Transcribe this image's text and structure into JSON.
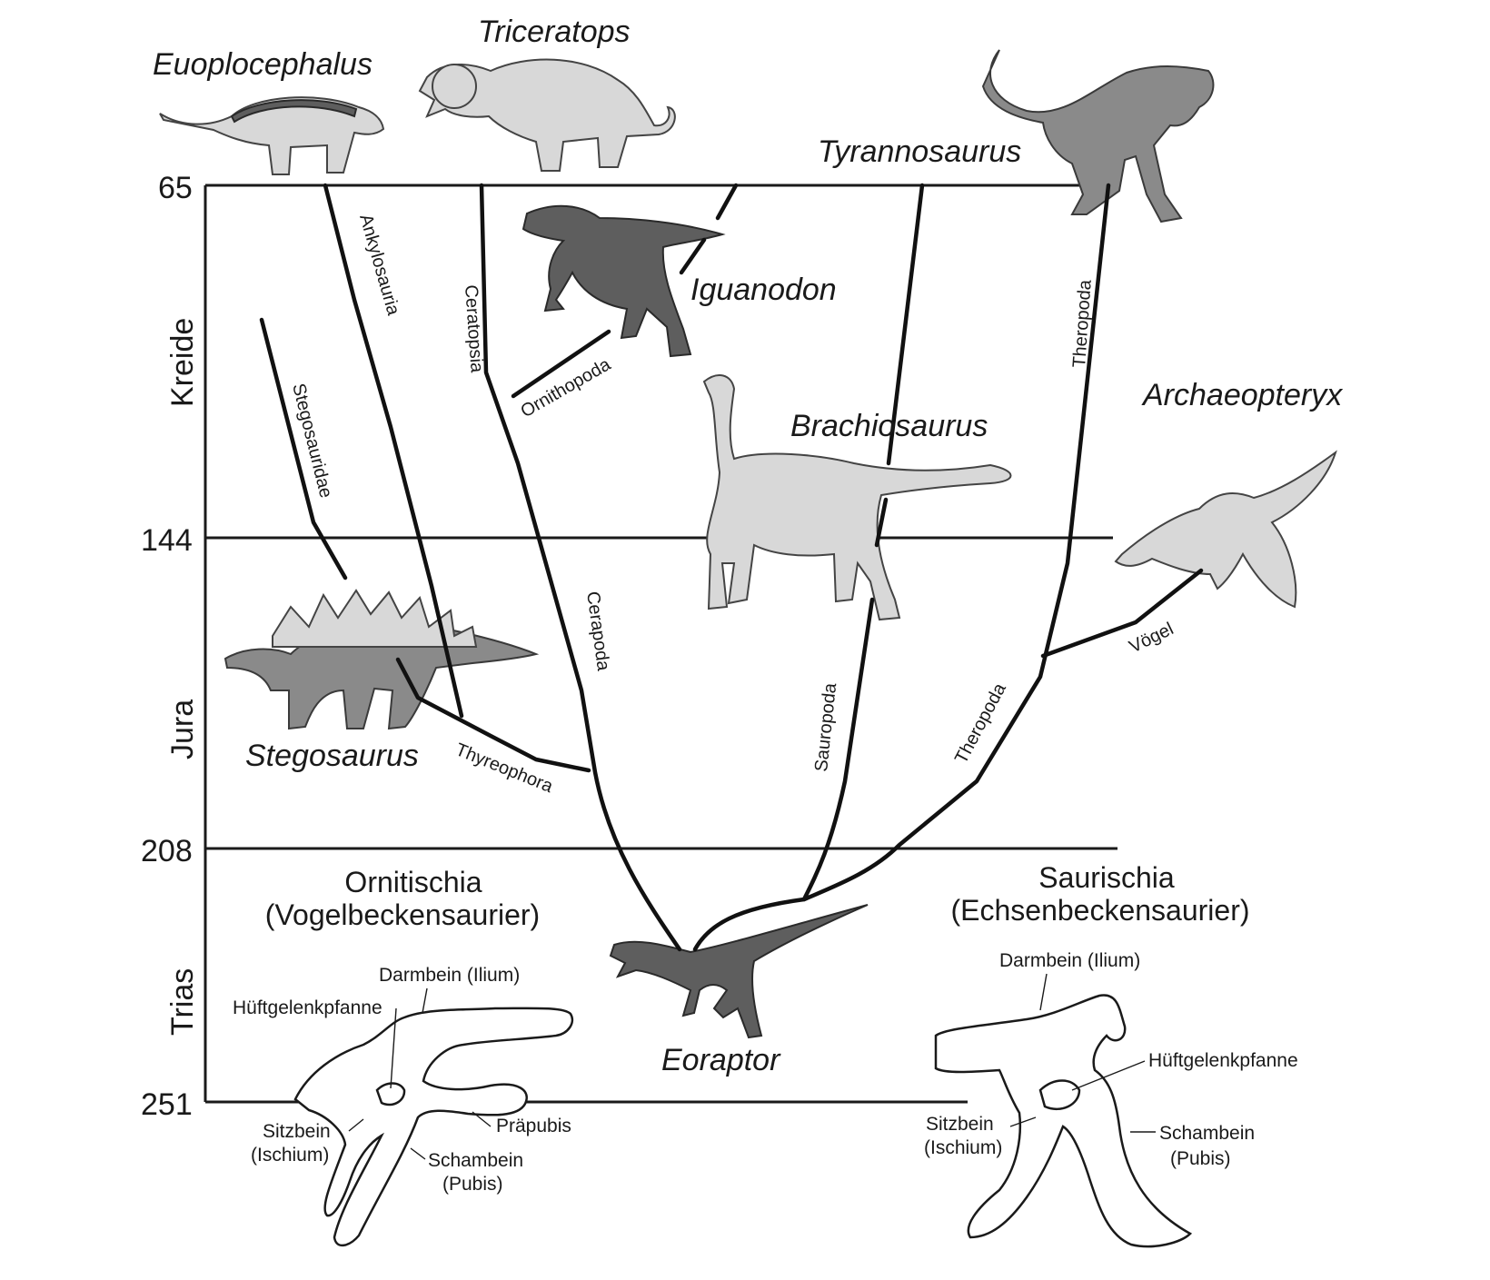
{
  "time_scale": {
    "boundaries": [
      "65",
      "144",
      "208",
      "251"
    ],
    "periods": [
      "Kreide",
      "Jura",
      "Trias"
    ]
  },
  "taxa": {
    "ankylosauria": "Ankylosauria",
    "ceratopsia": "Ceratopsia",
    "ornithopoda": "Ornithopoda",
    "stegosauridae": "Stegosauridae",
    "cerapoda": "Cerapoda",
    "thyreophora": "Thyreophora",
    "sauropoda": "Sauropoda",
    "theropoda_upper": "Theropoda",
    "theropoda_lower": "Theropoda",
    "voegel": "Vögel"
  },
  "species": {
    "euoplocephalus": "Euoplocephalus",
    "triceratops": "Triceratops",
    "tyrannosaurus": "Tyrannosaurus",
    "iguanodon": "Iguanodon",
    "brachiosaurus": "Brachiosaurus",
    "archaeopteryx": "Archaeopteryx",
    "stegosaurus": "Stegosaurus",
    "eoraptor": "Eoraptor"
  },
  "groups": {
    "ornitischia": {
      "line1": "Ornitischia",
      "line2": "(Vogelbeckensaurier)"
    },
    "saurischia": {
      "line1": "Saurischia",
      "line2": "(Echsenbeckensaurier)"
    }
  },
  "pelvis_labels": {
    "ornithischian": {
      "darmbein": "Darmbein (Ilium)",
      "hueftgelenkpfanne": "Hüftgelenkpfanne",
      "sitzbein": "Sitzbein",
      "ischium": "(Ischium)",
      "praepubis": "Präpubis",
      "schambein": "Schambein",
      "pubis": "(Pubis)"
    },
    "saurischian": {
      "darmbein": "Darmbein (Ilium)",
      "hueftgelenkpfanne": "Hüftgelenkpfanne",
      "sitzbein": "Sitzbein",
      "ischium": "(Ischium)",
      "schambein": "Schambein",
      "pubis": "(Pubis)"
    }
  }
}
